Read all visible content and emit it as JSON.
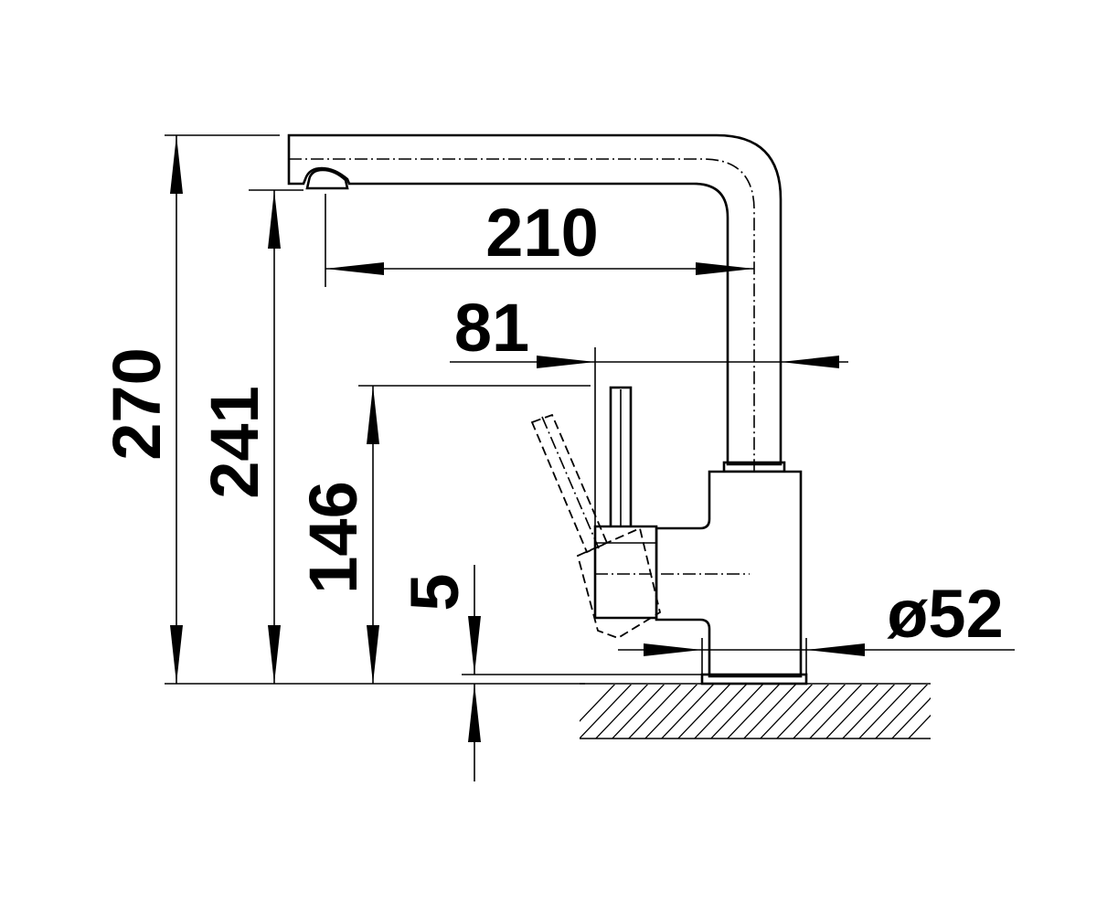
{
  "dimensions": {
    "total_height": "270",
    "outlet_height": "241",
    "lever_height": "146",
    "base_thickness": "5",
    "spout_reach": "210",
    "lever_offset": "81",
    "base_diameter": "ø52"
  }
}
